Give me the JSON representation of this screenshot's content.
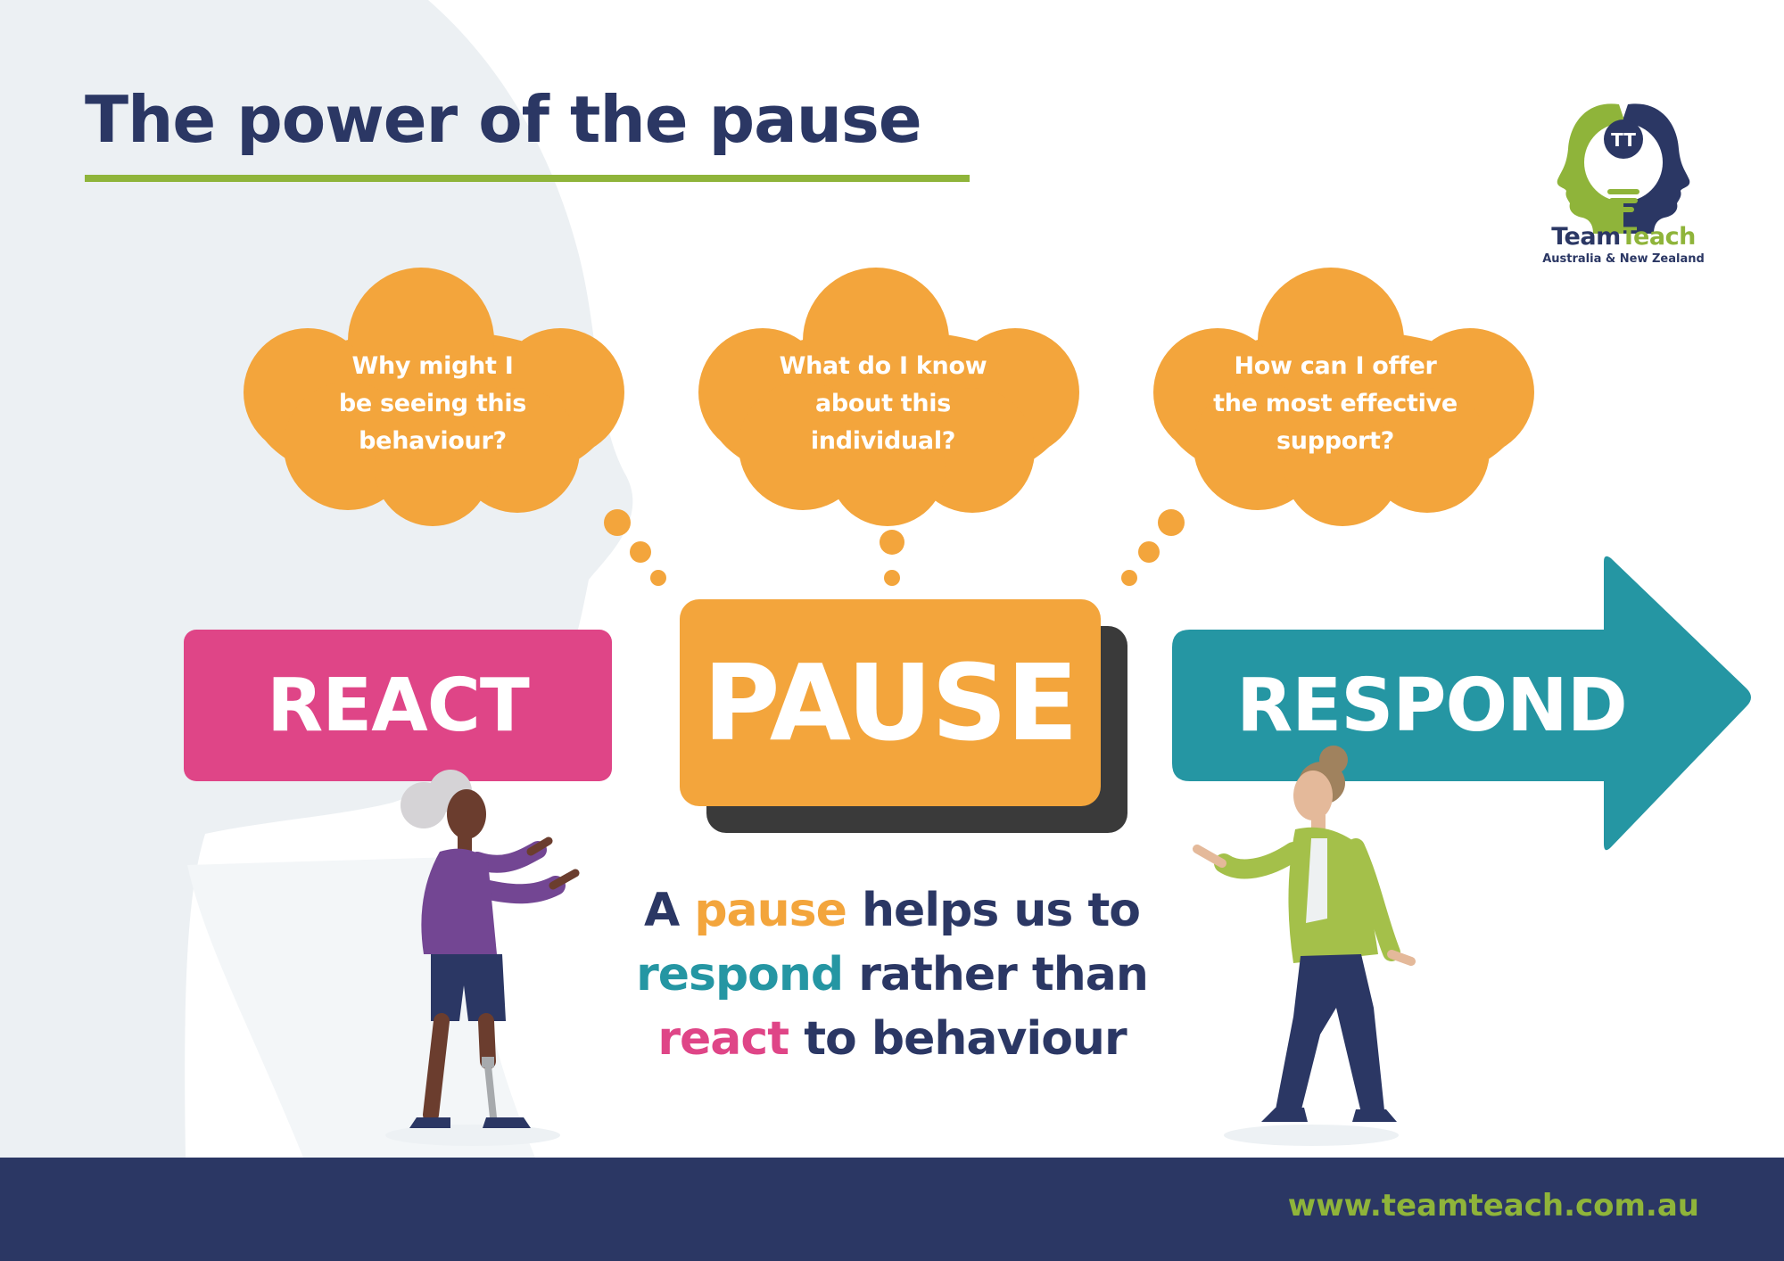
{
  "title": "The power of the pause",
  "logo": {
    "word_team": "Team",
    "word_teach": "Teach",
    "subtitle": "Australia & New Zealand",
    "monogram": "TT"
  },
  "thought_bubbles": [
    {
      "lines": [
        "Why might I",
        "be seeing this",
        "behaviour?"
      ]
    },
    {
      "lines": [
        "What do I know",
        "about this",
        "individual?"
      ]
    },
    {
      "lines": [
        "How can I offer",
        "the most effective",
        "support?"
      ]
    }
  ],
  "steps": {
    "react": "REACT",
    "pause": "PAUSE",
    "respond": "RESPOND"
  },
  "message": {
    "line1": {
      "a": "A",
      "pause": "pause",
      "rest": "helps us to"
    },
    "line2": {
      "respond": "respond",
      "rest": "rather than"
    },
    "line3": {
      "react": "react",
      "rest": "to behaviour"
    }
  },
  "footer": {
    "url": "www.teamteach.com.au"
  },
  "colors": {
    "navy": "#2b3764",
    "green": "#8fb43a",
    "orange": "#f3a53c",
    "pink": "#df4587",
    "teal": "#2596a3",
    "shadow": "#3a3a3a"
  },
  "icons": [
    "head-silhouette-background",
    "teamteach-logo-icon",
    "woman-with-prosthetic-leg-figure",
    "woman-in-green-jacket-figure"
  ]
}
